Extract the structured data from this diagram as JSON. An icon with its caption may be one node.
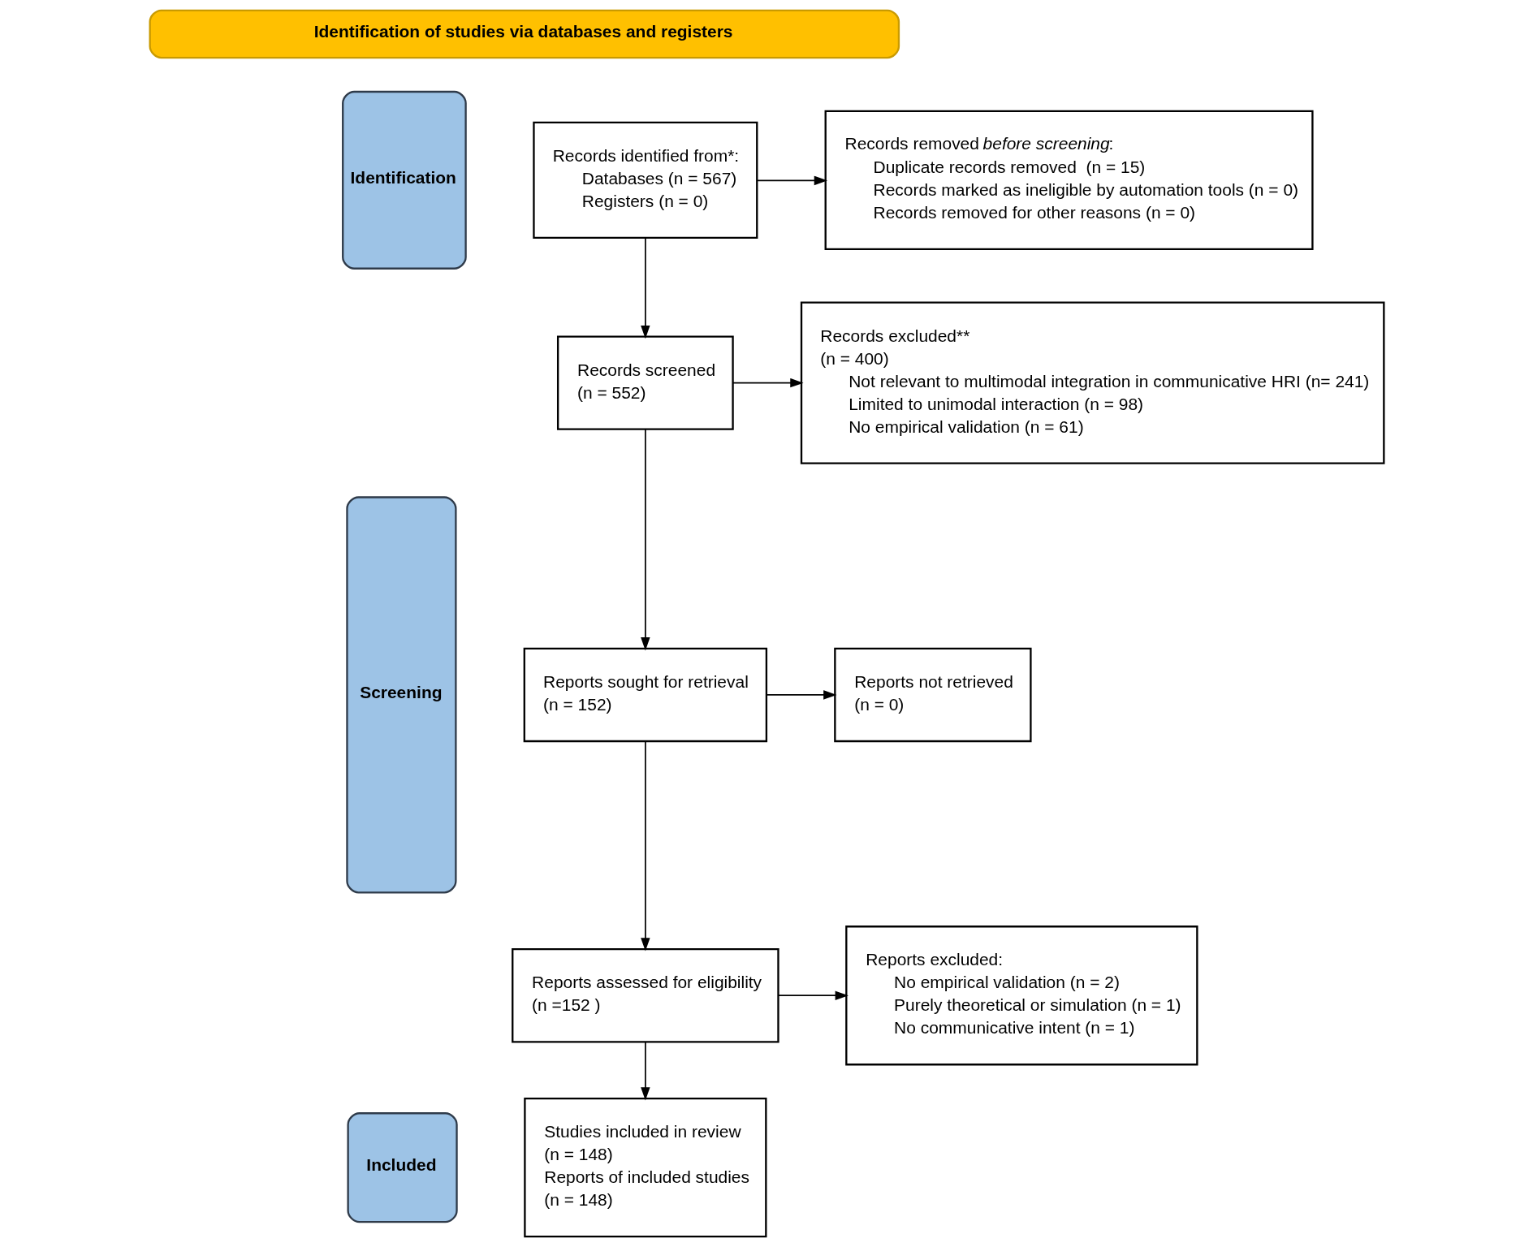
{
  "diagram": {
    "nodes": [
      {
        "text": [
          "Identification of studies via databases and registers"
        ]
      },
      {
        "text": [
          "Identification"
        ]
      },
      {
        "text": [
          "Screening"
        ]
      },
      {
        "text": [
          "Included"
        ]
      },
      {
        "text": [
          "Records identified from*:",
          "Databases (n = 567)",
          "Registers (n = 0)"
        ]
      },
      {
        "text": [
          "Records removed *before screening*:",
          "Duplicate records removed  (n = 15)",
          "Records marked as ineligible by automation tools (n = 0)",
          "Records removed for other reasons (n = 0)"
        ]
      },
      {
        "text": [
          "Records screened",
          "(n = 552)"
        ]
      },
      {
        "text": [
          "Records excluded**",
          "(n = 400)",
          "Not relevant to multimodal integration in communicative HRI (n= 241)",
          "Limited to unimodal interaction (n = 98)",
          "No empirical validation (n = 61)"
        ]
      },
      {
        "text": [
          "Reports sought for retrieval",
          "(n = 152)"
        ]
      },
      {
        "text": [
          "Reports not retrieved",
          "(n = 0)"
        ]
      },
      {
        "text": [
          "Reports assessed for eligibility",
          "(n =152 )"
        ]
      },
      {
        "text": [
          "Reports excluded:",
          "No empirical validation (n = 2)",
          "Purely theoretical or simulation (n = 1)",
          "No communicative intent (n = 1)"
        ]
      },
      {
        "text": [
          "Studies included in review",
          "(n = 148)",
          "Reports of included studies",
          "(n = 148)"
        ]
      }
    ],
    "edges": [
      {
        "from": 4,
        "to": 5,
        "arrow": "to"
      },
      {
        "from": 4,
        "to": 6,
        "arrow": "to"
      },
      {
        "from": 6,
        "to": 7,
        "arrow": "to"
      },
      {
        "from": 6,
        "to": 8,
        "arrow": "to"
      },
      {
        "from": 8,
        "to": 9,
        "arrow": "to"
      },
      {
        "from": 8,
        "to": 10,
        "arrow": "to"
      },
      {
        "from": 10,
        "to": 11,
        "arrow": "to"
      },
      {
        "from": 10,
        "to": 12,
        "arrow": "to"
      }
    ]
  }
}
